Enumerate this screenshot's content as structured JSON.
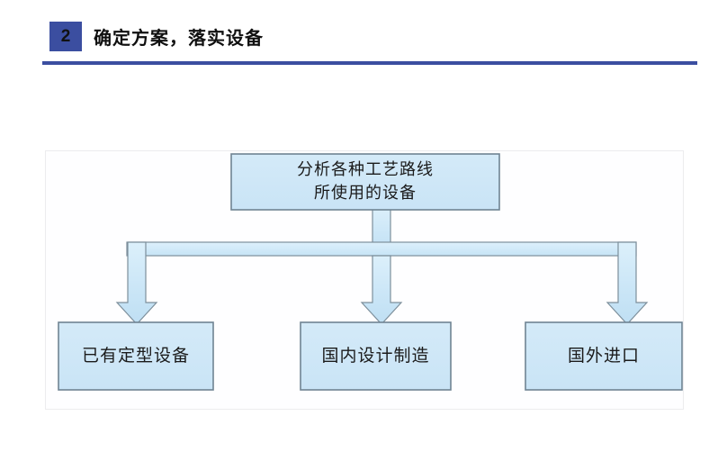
{
  "header": {
    "step_number": "2",
    "title": "确定方案，落实设备",
    "badge_color": "#3b4ea0",
    "rule_color": "#3b4ea0"
  },
  "diagram": {
    "type": "flowchart",
    "node_fill": "#cfe8f7",
    "node_border": "#6f8493",
    "connector_fill": "#cfe8f7",
    "connector_border": "#7d8f9b",
    "root": {
      "line1": "分析各种工艺路线",
      "line2": "所使用的设备"
    },
    "branches": [
      {
        "label": "已有定型设备"
      },
      {
        "label": "国内设计制造"
      },
      {
        "label": "国外进口"
      }
    ]
  }
}
